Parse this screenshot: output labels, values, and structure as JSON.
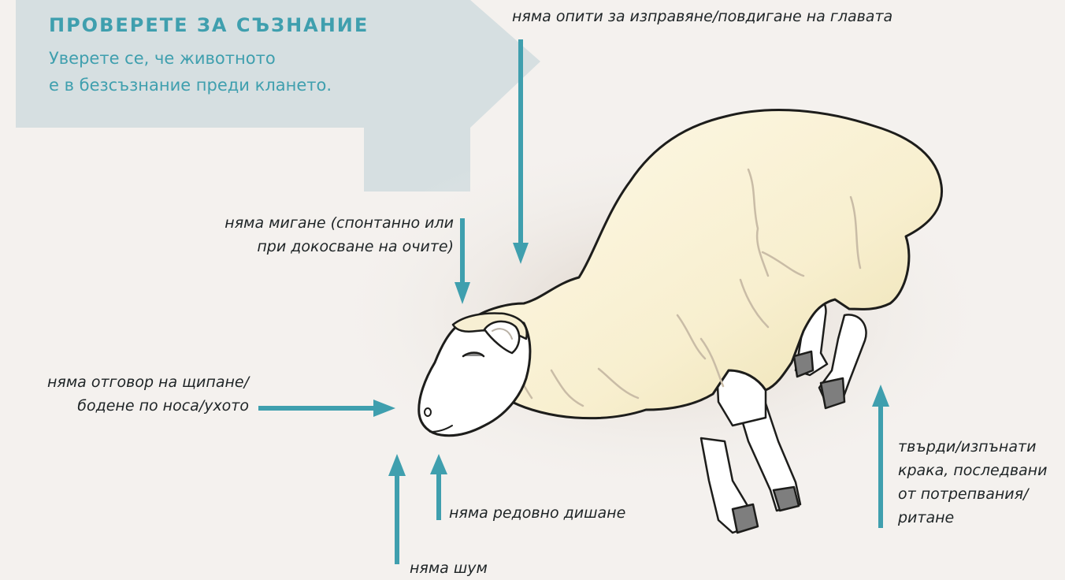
{
  "banner": {
    "title": "ПРОВЕРЕТЕ ЗА СЪЗНАНИЕ",
    "line1": "Уверете се, че животното",
    "line2": "е в безсъзнание преди кланeто."
  },
  "labels": {
    "head": "няма опити за изправяне/повдигане на главата",
    "blink1": "няма мигане (спонтанно или",
    "blink2": "при докосване на очите)",
    "pinch1": "няма отговор на щипане/",
    "pinch2": "бодене по носа/ухото",
    "breathing": "няма редовно дишане",
    "noise": "няма шум",
    "legs1": "твърди/изпънати",
    "legs2": "крака, последвани",
    "legs3": "от потрепвания/",
    "legs4": "ритане"
  },
  "colors": {
    "accent": "#3f9fae",
    "banner_bg": "#d6dfe1",
    "background": "#f4f1ee",
    "wool": "#fbf4da",
    "text": "#1e2426"
  }
}
